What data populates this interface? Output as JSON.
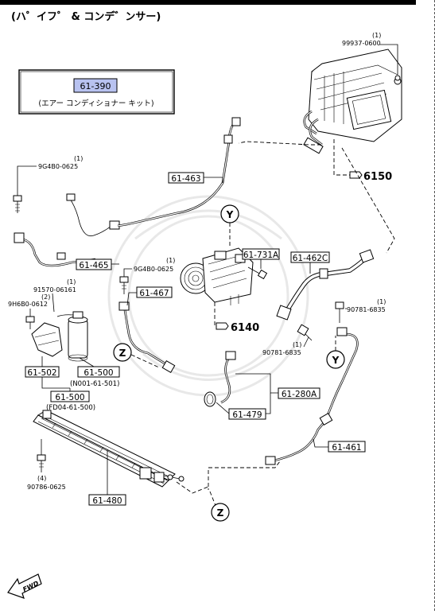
{
  "header": {
    "title": "(ハ゜イフ゜ & コンデ゛ンサー)"
  },
  "kit": {
    "code": "61-390",
    "caption": "(エアー コンディショナー キット)",
    "highlight": "#b8c2f0"
  },
  "parts": {
    "p61_463": "61-463",
    "p61_465": "61-465",
    "p61_467": "61-467",
    "p61_731a": "61-731A",
    "p61_462c": "61-462C",
    "p61_502": "61-502",
    "p61_500a": "61-500",
    "p61_500b": "61-500",
    "p61_280a": "61-280A",
    "p61_479": "61-479",
    "p61_461": "61-461",
    "p61_480": "61-480"
  },
  "refs": {
    "r6150": "6150",
    "r6140": "6140",
    "n_n001": "(N001-61-501)",
    "n_fd04": "(FD04-61-500)"
  },
  "fasteners": {
    "f99937": {
      "qty": "(1)",
      "code": "99937-0600"
    },
    "f9g4b0_top": {
      "qty": "(1)",
      "code": "9G4B0-0625"
    },
    "f9g4b0_mid": {
      "qty": "(1)",
      "code": "9G4B0-0625"
    },
    "f91570": {
      "qty": "(1)",
      "code": "91570-06161"
    },
    "f9h6b0": {
      "qty": "(2)",
      "code": "9H6B0-0612"
    },
    "f90781_right": {
      "qty": "(1)",
      "code": "90781-6835"
    },
    "f90781_mid": {
      "qty": "(1)",
      "code": "90781-6835"
    },
    "f90786": {
      "qty": "(4)",
      "code": "90786-0625"
    }
  },
  "markers": {
    "y": "Y",
    "z": "Z"
  },
  "fwd": "FWD"
}
